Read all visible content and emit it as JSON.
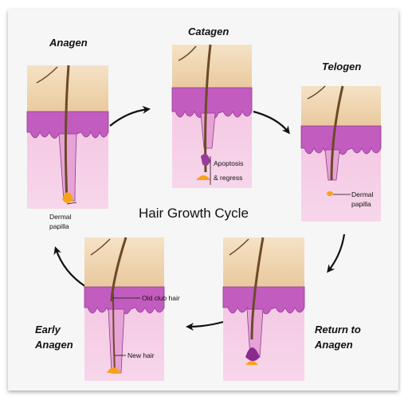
{
  "title": "Hair Growth Cycle",
  "stages": [
    {
      "id": "anagen",
      "label": "Anagen"
    },
    {
      "id": "catagen",
      "label": "Catagen"
    },
    {
      "id": "telogen",
      "label": "Telogen"
    },
    {
      "id": "return-to-anagen",
      "label_line1": "Return to",
      "label_line2": "Anagen"
    },
    {
      "id": "early-anagen",
      "label_line1": "Early",
      "label_line2": "Anagen"
    }
  ],
  "annotations": {
    "anagen_dermal_papilla": [
      "Dermal",
      "papilla"
    ],
    "catagen_apoptosis": [
      "Apoptosis",
      "& regress"
    ],
    "telogen_dermal_papilla": [
      "Dermal",
      "papilla"
    ],
    "early_anagen_old_club_hair": "Old club hair",
    "early_anagen_new_hair": "New hair"
  },
  "colors": {
    "skin_surface": "#f2d9b5",
    "epidermis": "#c75fc2",
    "dermis": "#f4c7e0",
    "hair": "#6b4a26",
    "papilla": "#f6a31c",
    "arrow": "#111111"
  }
}
